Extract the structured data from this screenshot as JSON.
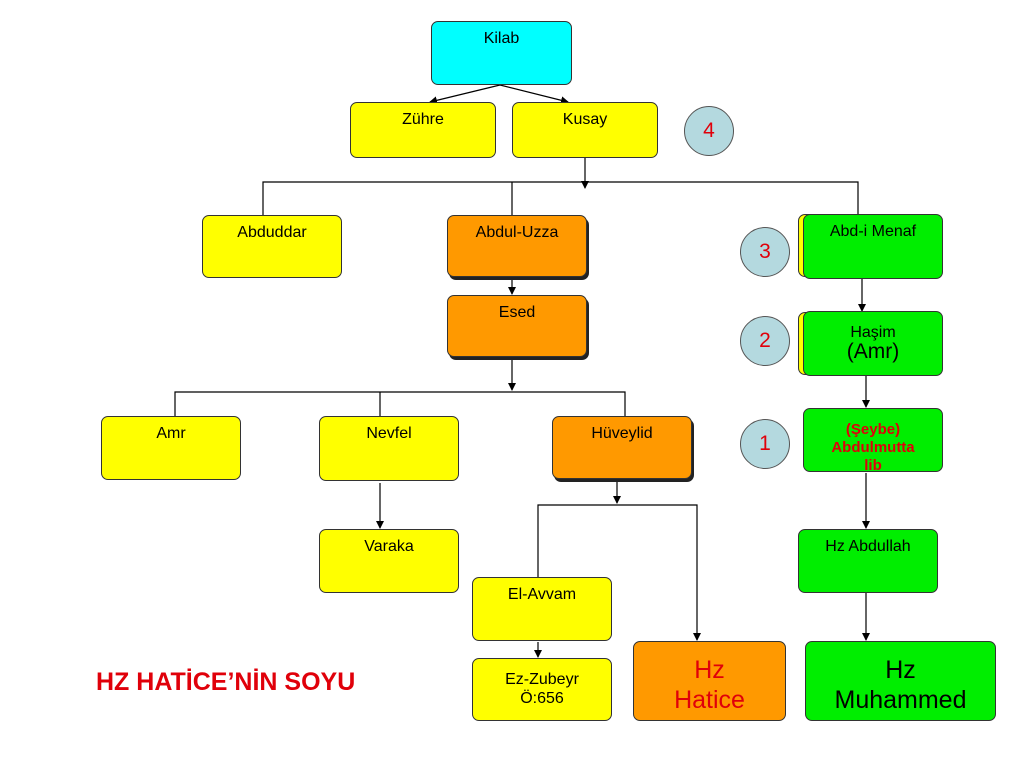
{
  "title": "HZ HATİCE’NİN SOYU",
  "nodes": {
    "kilab": "Kilab",
    "zuhre": "Zühre",
    "kusay": "Kusay",
    "abduddar": "Abduddar",
    "abdul_uzza": "Abdul-Uzza",
    "abdi_menaf": "Abd-i Menaf",
    "esed": "Esed",
    "hasim_line1": "Haşim",
    "hasim_line2": "(Amr)",
    "seybe_line1": "(Şeybe)",
    "seybe_line2": "Abdulmutta",
    "seybe_line3": "lib",
    "amr": "Amr",
    "nevfel": "Nevfel",
    "huveylid": "Hüveylid",
    "varaka": "Varaka",
    "hz_abdullah": "Hz Abdullah",
    "el_avvam": "El-Avvam",
    "ez_zubeyr_line1": "Ez-Zubeyr",
    "ez_zubeyr_line2": "Ö:656",
    "hz_hatice_line1": "Hz",
    "hz_hatice_line2": "Hatice",
    "hz_muhammed_line1": "Hz",
    "hz_muhammed_line2": "Muhammed"
  },
  "generation_markers": [
    "4",
    "3",
    "2",
    "1"
  ],
  "colors": {
    "yellow": "#ffff00",
    "orange": "#ff9900",
    "green": "#00ee00",
    "cyan": "#00ffff",
    "marker_fill": "#b4d9df",
    "highlight_text": "#e0000a"
  }
}
